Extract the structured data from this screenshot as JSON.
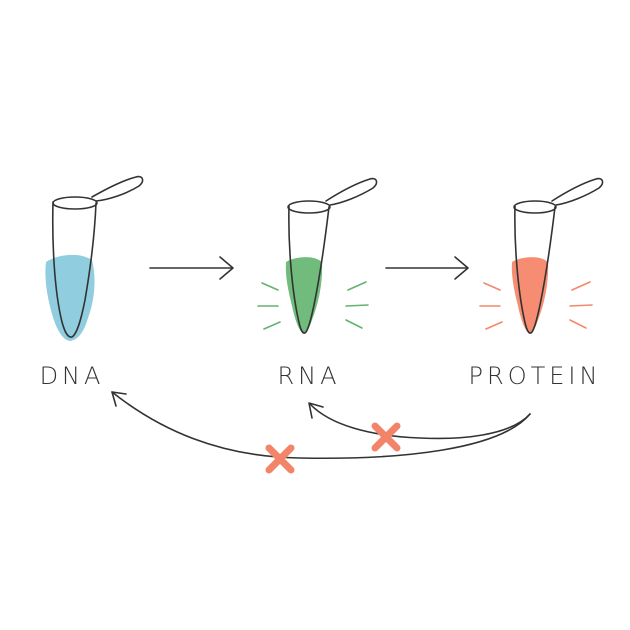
{
  "nodes": [
    {
      "id": "dna",
      "label": "DNA",
      "liquid_color": "#7cc4d8"
    },
    {
      "id": "rna",
      "label": "RNA",
      "liquid_color": "#62b46f"
    },
    {
      "id": "protein",
      "label": "PROTEIN",
      "liquid_color": "#f6876c"
    }
  ],
  "colors": {
    "stroke": "#333333",
    "blocked_marker": "#f2846a"
  },
  "edges": [
    {
      "from": "dna",
      "to": "rna",
      "blocked": false
    },
    {
      "from": "rna",
      "to": "protein",
      "blocked": false
    },
    {
      "from": "protein",
      "to": "rna",
      "blocked": true
    },
    {
      "from": "protein",
      "to": "dna",
      "blocked": true
    }
  ]
}
